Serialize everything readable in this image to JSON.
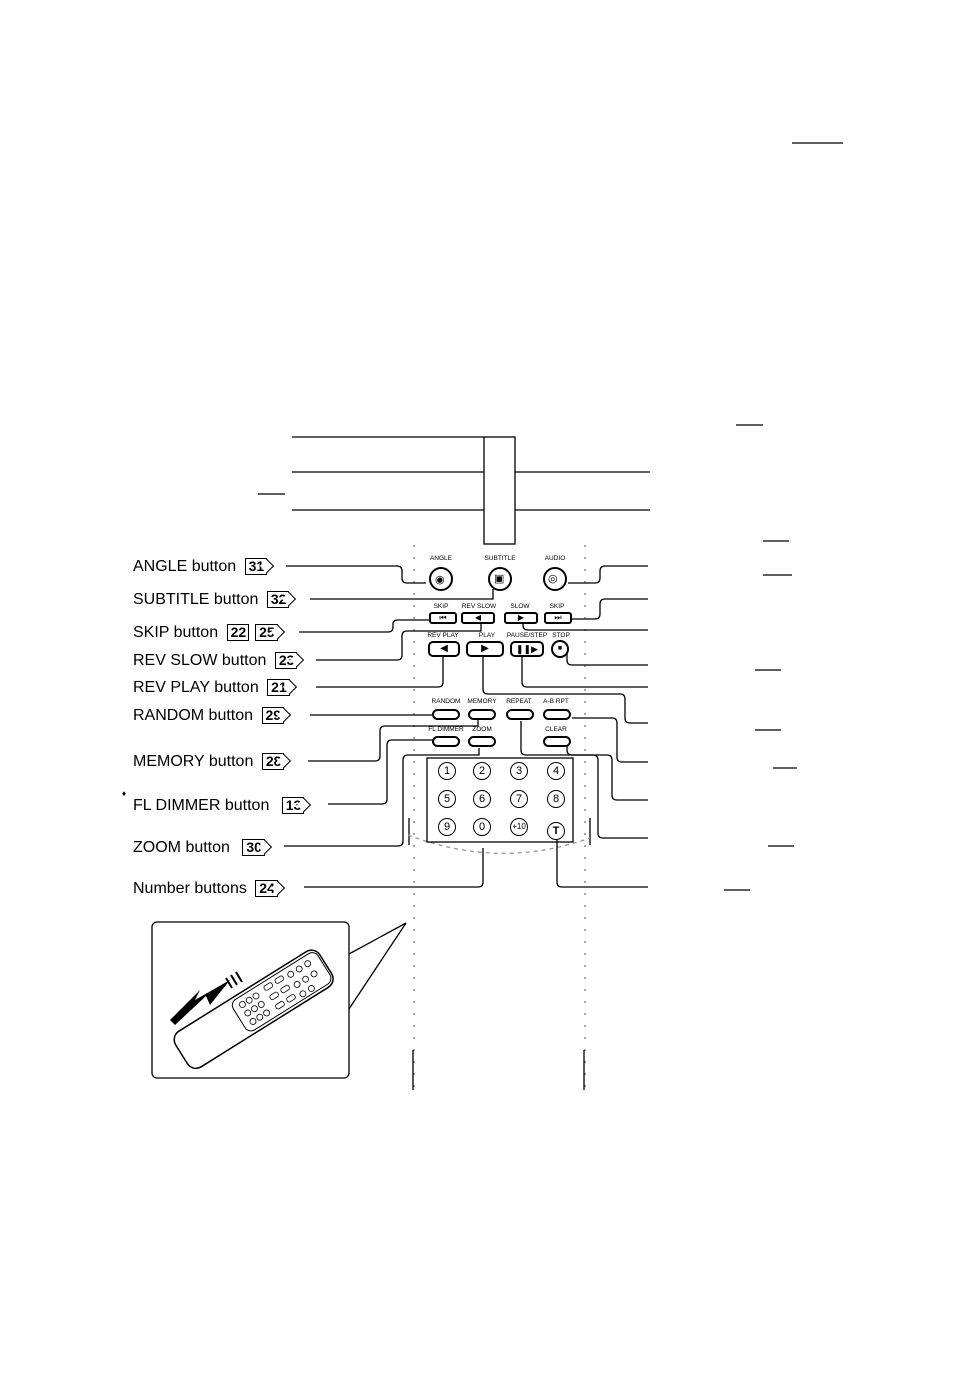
{
  "labels": {
    "angle": {
      "text": "ANGLE button",
      "ref": "31"
    },
    "subtitle": {
      "text": "SUBTITLE button",
      "ref": "32"
    },
    "skip": {
      "text": "SKIP button",
      "ref1": "22",
      "ref2": "25"
    },
    "rev_slow": {
      "text": "REV SLOW button",
      "ref": "23"
    },
    "rev_play": {
      "text": "REV PLAY button",
      "ref": "21"
    },
    "random": {
      "text": "RANDOM button",
      "ref": "29"
    },
    "memory": {
      "text": "MEMORY button",
      "ref": "28"
    },
    "fl_dimmer": {
      "text": "FL DIMMER button",
      "ref": "13"
    },
    "zoom": {
      "text": "ZOOM button",
      "ref": "30"
    },
    "number": {
      "text": "Number buttons",
      "ref": "24"
    }
  },
  "remote": {
    "angle": "ANGLE",
    "subtitle": "SUBTITLE",
    "audio": "AUDIO",
    "skip_l": "SKIP",
    "rev_slow": "REV SLOW",
    "slow": "SLOW",
    "skip_r": "SKIP",
    "rev_play": "REV PLAY",
    "play": "PLAY",
    "pause_step": "PAUSE/STEP",
    "stop": "STOP",
    "random": "RANDOM",
    "memory": "MEMORY",
    "repeat": "REPEAT",
    "ab_rpt": "A-B RPT",
    "fl_dimmer": "FL DIMMER",
    "zoom": "ZOOM",
    "clear": "CLEAR",
    "numbers": [
      "1",
      "2",
      "3",
      "4",
      "5",
      "6",
      "7",
      "8",
      "9",
      "0",
      "+10"
    ],
    "t_key": "T"
  }
}
